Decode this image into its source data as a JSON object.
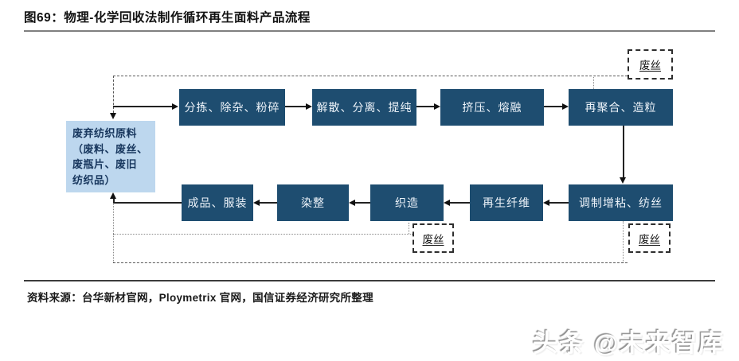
{
  "figure": {
    "title": "图69：物理-化学回收法制作循环再生面料产品流程",
    "source_note": "资料来源：台华新材官网，Ploymetrix 官网，国信证券经济研究所整理",
    "watermark": "头条 @未来智库"
  },
  "flowchart": {
    "raw_material_box": {
      "line1": "废弃纺织原料",
      "line2": "（废料、废丝、",
      "line3": "废瓶片、废旧",
      "line4": "纺织品）"
    },
    "top_row": [
      "分拣、除杂、粉碎",
      "解散、分离、提纯",
      "挤压、熔融",
      "再聚合、造粒"
    ],
    "bottom_row": [
      "成品、服装",
      "染整",
      "织造",
      "再生纤维",
      "调制增粘、纺丝"
    ],
    "waste_label": "废丝",
    "colors": {
      "process_box_fill": "#1e4d70",
      "process_box_text": "#eef4fa",
      "raw_material_fill": "#bdd7ee",
      "raw_material_text": "#17365d",
      "dashed_line": "#5a5a5a"
    }
  }
}
